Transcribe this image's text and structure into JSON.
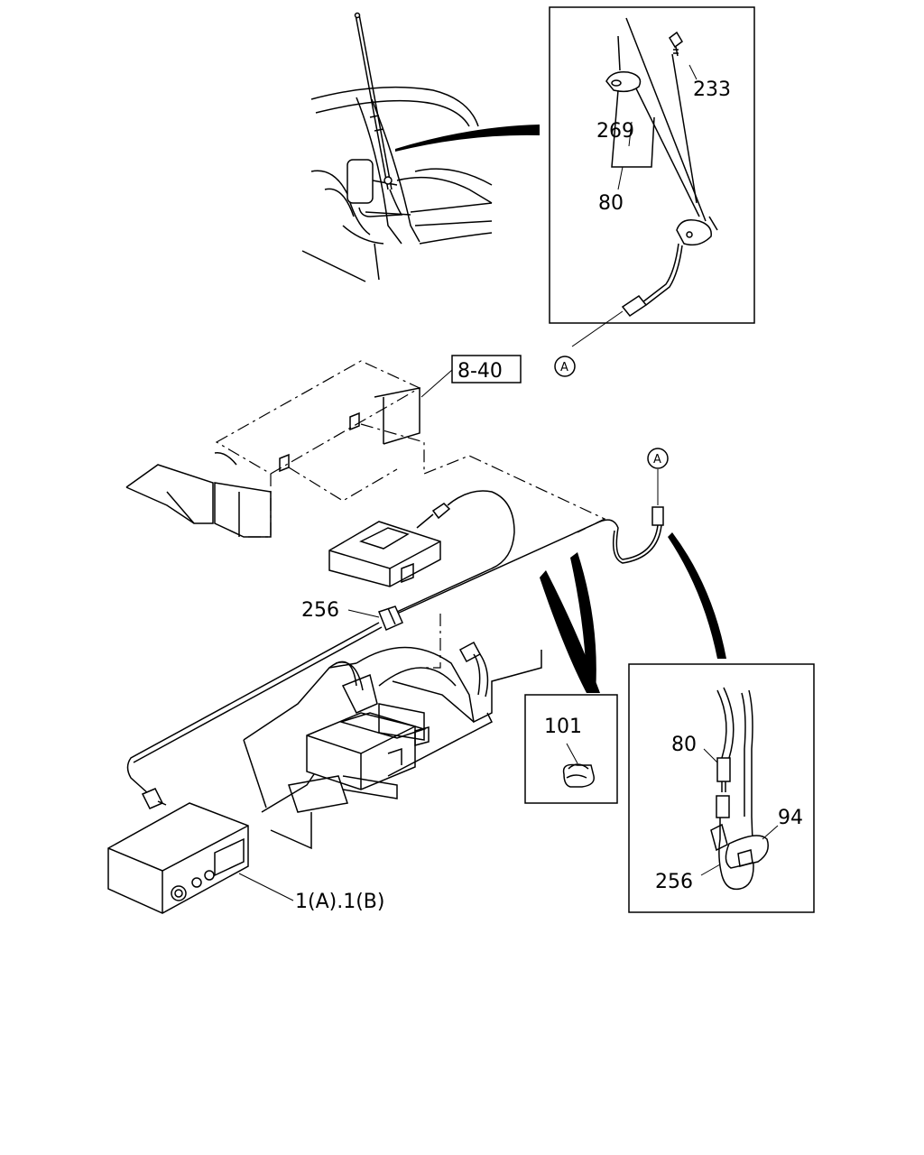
{
  "callouts": {
    "c233": "233",
    "c269": "269",
    "c80_top": "80",
    "ref_box": "8-40",
    "circ_a_top": "A",
    "circ_a_mid": "A",
    "c256_main": "256",
    "c101": "101",
    "c80_inset": "80",
    "c94": "94",
    "c256_inset": "256",
    "c1ab": "1(A).1(B)"
  }
}
